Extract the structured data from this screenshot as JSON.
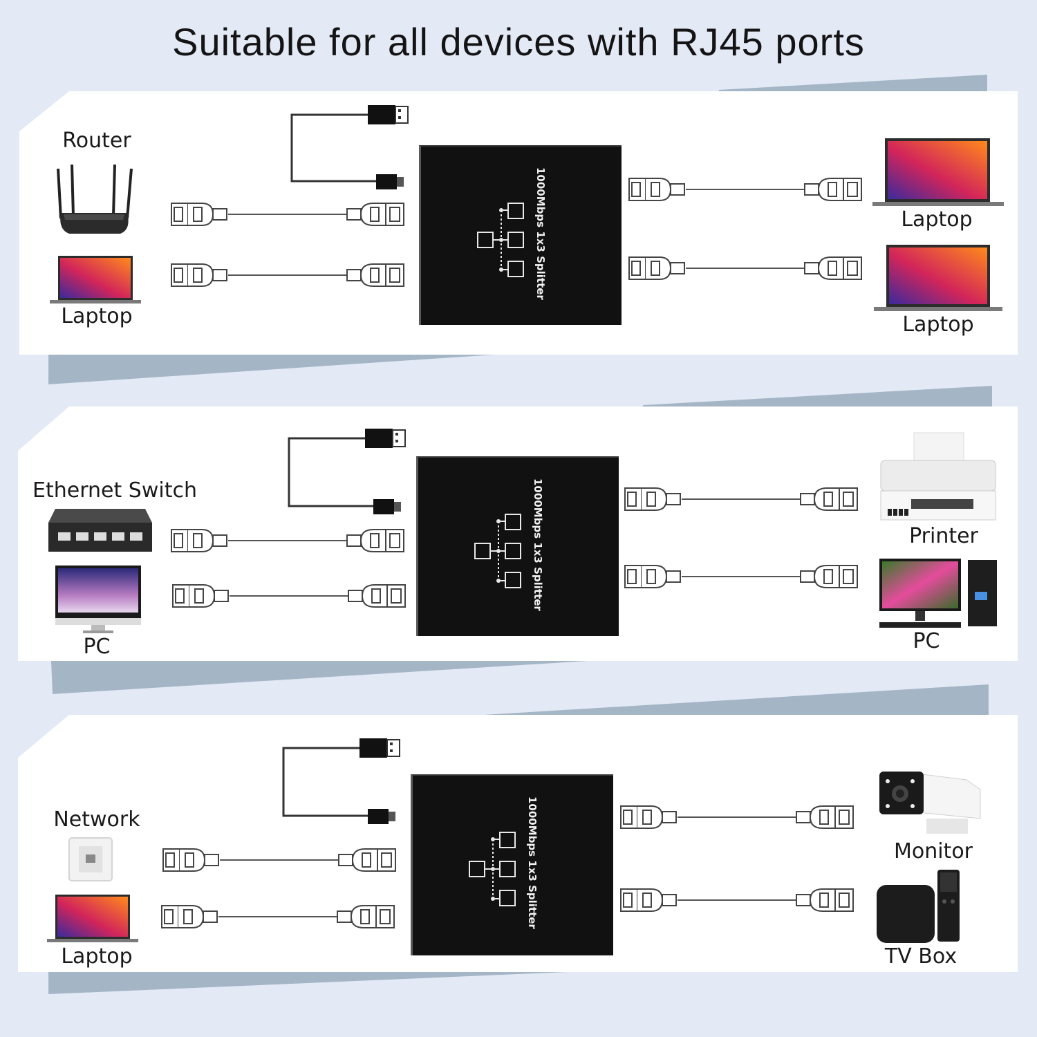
{
  "title": "Suitable for all devices with RJ45 ports",
  "splitter_label": "1000Mbps 1x3 Splitter",
  "colors": {
    "background": "#e4e9f6",
    "panel": "#ffffff",
    "panel_shadow": "#a4b6c6",
    "splitter_body": "#111111",
    "cable": "#555555"
  },
  "scenarios": [
    {
      "inputs": [
        {
          "label": "Router",
          "icon": "router-icon"
        },
        {
          "label": "Laptop",
          "icon": "laptop-icon"
        }
      ],
      "outputs": [
        {
          "label": "Laptop",
          "icon": "laptop-icon"
        },
        {
          "label": "Laptop",
          "icon": "laptop-icon"
        }
      ]
    },
    {
      "inputs": [
        {
          "label": "Ethernet Switch",
          "icon": "ethernet-switch-icon"
        },
        {
          "label": "PC",
          "icon": "imac-icon"
        }
      ],
      "outputs": [
        {
          "label": "Printer",
          "icon": "printer-icon"
        },
        {
          "label": "PC",
          "icon": "desktop-pc-icon"
        }
      ]
    },
    {
      "inputs": [
        {
          "label": "Network",
          "icon": "wall-socket-icon"
        },
        {
          "label": "Laptop",
          "icon": "laptop-icon"
        }
      ],
      "outputs": [
        {
          "label": "Monitor",
          "icon": "security-camera-icon"
        },
        {
          "label": "TV Box",
          "icon": "tv-box-icon"
        }
      ]
    }
  ]
}
